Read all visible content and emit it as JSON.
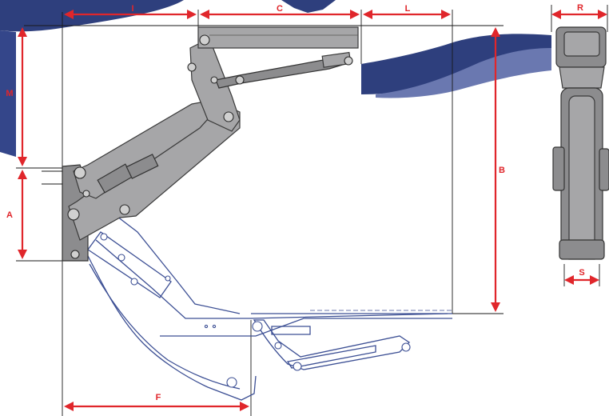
{
  "colors": {
    "dimension": "#e0262b",
    "arm_grey": "#a6a6a8",
    "blueprint": "#3c4f94",
    "wave_dark": "#2e3f7d",
    "wave_light": "#5a6aa8"
  },
  "dimensions": {
    "I": "I",
    "C": "C",
    "L": "L",
    "M": "M",
    "A": "A",
    "B": "B",
    "F": "F",
    "R": "R",
    "S": "S"
  }
}
